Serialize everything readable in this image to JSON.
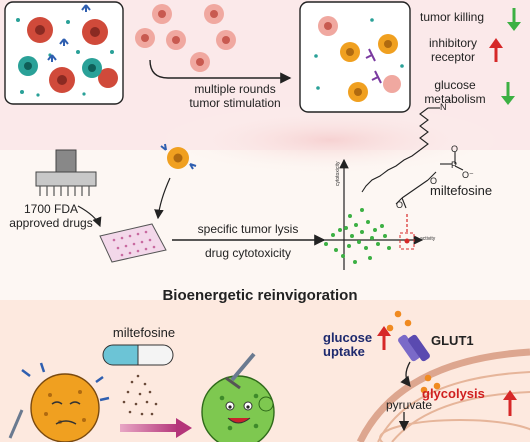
{
  "top_panel": {
    "caption_line1": "multiple rounds",
    "caption_line2": "tumor stimulation",
    "outcomes": [
      {
        "label_line1": "tumor killing",
        "label_line2": "",
        "direction": "down",
        "arrow_color": "#3cb043"
      },
      {
        "label_line1": "inhibitory",
        "label_line2": "receptor",
        "direction": "up",
        "arrow_color": "#d62828"
      },
      {
        "label_line1": "glucose",
        "label_line2": "metabolism",
        "direction": "down",
        "arrow_color": "#3cb043"
      }
    ]
  },
  "screen_panel": {
    "library_line1": "1700 FDA",
    "library_line2": "approved drugs",
    "step_top": "specific tumor lysis",
    "step_bottom": "drug cytotoxicity",
    "plot_y_label": "cytotoxicity",
    "plot_x_label": "activity",
    "compound_name": "miltefosine",
    "structure_atoms": {
      "P": "P",
      "N": "N",
      "O_left": "O",
      "O_right": "O",
      "O_top": "O",
      "O_minus": "O⁻",
      "plus": "+"
    }
  },
  "bottom_panel": {
    "title": "Bioenergetic reinvigoration",
    "drug_label": "miltefosine",
    "glucose_line1": "glucose",
    "glucose_line2": "uptake",
    "transporter": "GLUT1",
    "glycolysis": "glycolysis",
    "pyruvate": "pyruvate"
  },
  "colors": {
    "cell_teal": "#2aa198",
    "cell_orange": "#f0a020",
    "tumor_red": "#d04a3a",
    "antibody_blue": "#2f5fb0",
    "up_red": "#d62828",
    "down_green": "#3cb043",
    "navy_text": "#1e2a6e",
    "sheet_pink": "#f7dede"
  }
}
